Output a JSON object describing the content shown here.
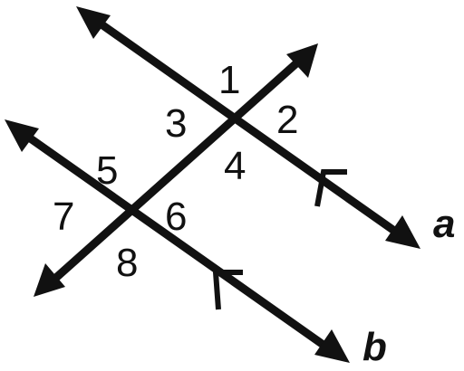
{
  "lines": {
    "a": {
      "label": "a"
    },
    "b": {
      "label": "b"
    }
  },
  "angles": [
    "1",
    "2",
    "3",
    "4",
    "5",
    "6",
    "7",
    "8"
  ],
  "colors": {
    "ink": "#111111",
    "background": "#ffffff"
  }
}
